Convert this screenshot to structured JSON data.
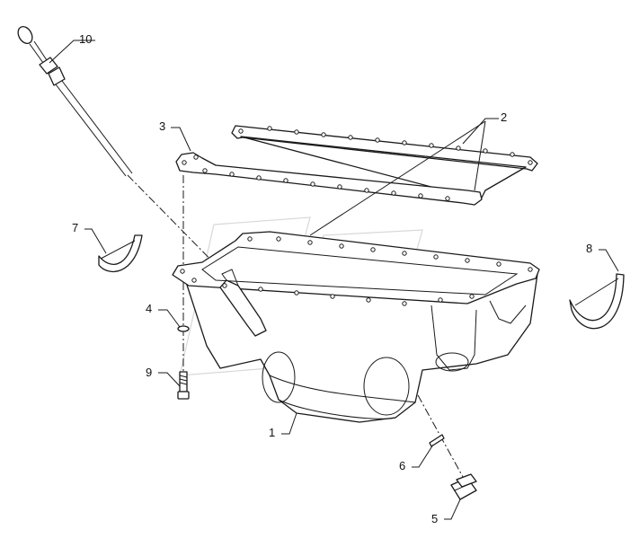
{
  "callouts": [
    {
      "id": "1",
      "label": "1"
    },
    {
      "id": "2",
      "label": "2"
    },
    {
      "id": "3",
      "label": "3"
    },
    {
      "id": "4",
      "label": "4"
    },
    {
      "id": "5",
      "label": "5"
    },
    {
      "id": "6",
      "label": "6"
    },
    {
      "id": "7",
      "label": "7"
    },
    {
      "id": "8",
      "label": "8"
    },
    {
      "id": "9",
      "label": "9"
    },
    {
      "id": "10",
      "label": "10"
    }
  ],
  "colors": {
    "line": "#1a1a1a",
    "background": "#ffffff",
    "watermark": "#d8d8d8"
  }
}
